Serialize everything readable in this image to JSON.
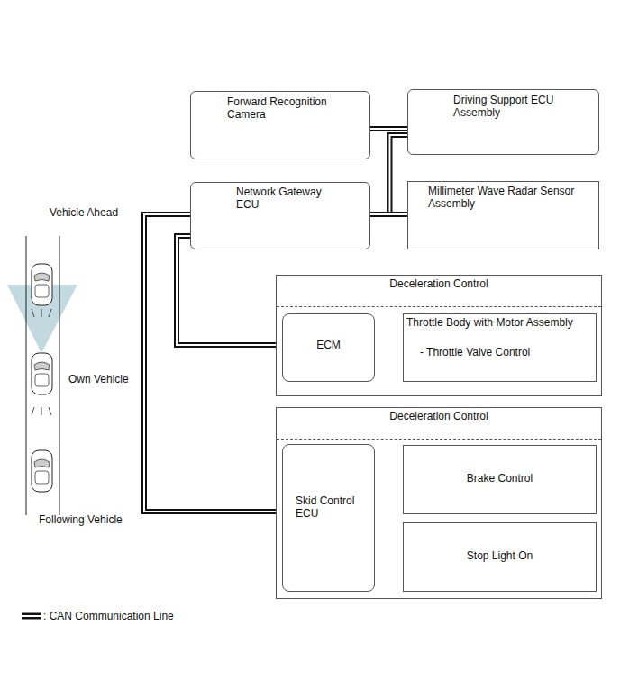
{
  "diagram": {
    "nodes": [
      {
        "text": [
          "Forward Recognition Camera"
        ]
      },
      {
        "text": [
          "Driving Support ECU Assembly"
        ]
      },
      {
        "text": [
          "Network Gateway ECU"
        ]
      },
      {
        "text": [
          "Millimeter Wave Radar Sensor Assembly"
        ]
      },
      {
        "text": [
          "Deceleration Control"
        ]
      },
      {
        "text": [
          "ECM"
        ],
        "in": 4
      },
      {
        "text": [
          "Throttle Body with Motor Assembly",
          "- Throttle Valve Control"
        ],
        "in": 4
      },
      {
        "text": [
          "Deceleration Control"
        ]
      },
      {
        "text": [
          "Skid Control ECU"
        ],
        "in": 7
      },
      {
        "text": [
          "Brake Control"
        ],
        "in": 7
      },
      {
        "text": [
          "Stop Light On"
        ],
        "in": 7
      }
    ],
    "edges": [
      {
        "from": 0,
        "to": 1,
        "arrow": "none"
      },
      {
        "from": 1,
        "to": 2,
        "arrow": "none"
      },
      {
        "from": 2,
        "to": 3,
        "arrow": "none"
      },
      {
        "from": 2,
        "to": 5,
        "arrow": "none"
      },
      {
        "from": 2,
        "to": 8,
        "arrow": "none"
      },
      {
        "from": 5,
        "to": 6,
        "arrow": "to"
      },
      {
        "from": 8,
        "to": 9,
        "arrow": "to"
      },
      {
        "from": 8,
        "to": 10,
        "arrow": "to"
      }
    ],
    "labels": [
      "Vehicle Ahead",
      "Own Vehicle",
      "Following Vehicle"
    ],
    "legend": [
      {
        "text": ": CAN Communication Line"
      }
    ]
  }
}
